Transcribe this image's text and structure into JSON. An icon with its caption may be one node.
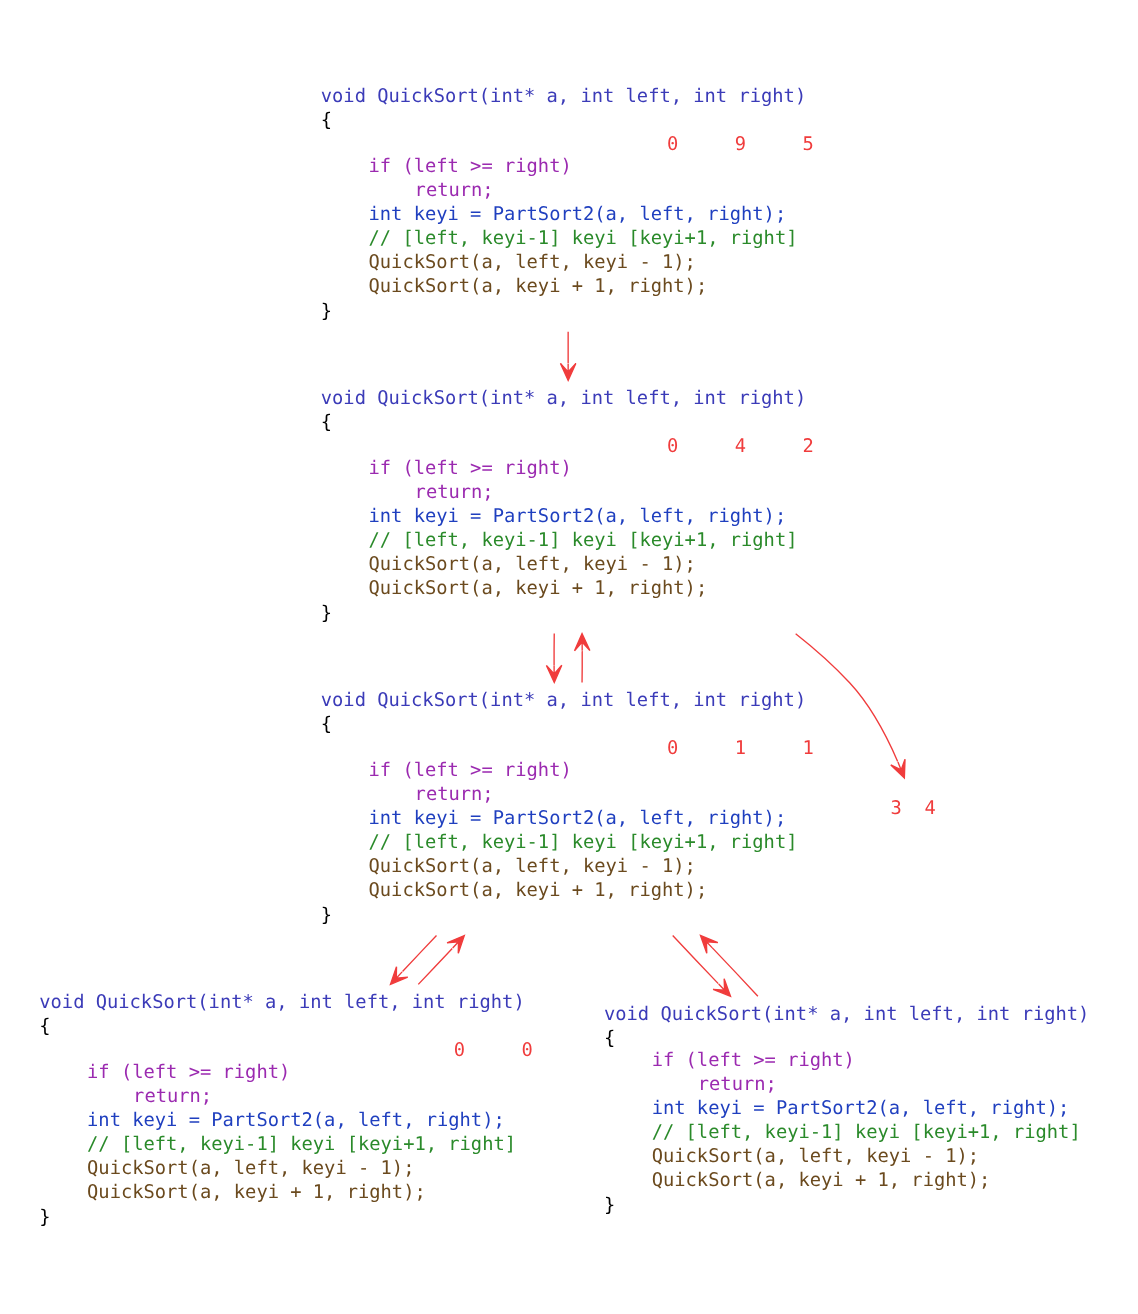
{
  "diagram": {
    "nodes": [
      {
        "text": [
          "void QuickSort(int* a, int left, int right)",
          "{",
          "if (left >= right)",
          "return;",
          "int keyi = PartSort2(a, left, right);",
          "// [left, keyi-1] keyi [keyi+1, right]",
          "QuickSort(a, left, keyi - 1);",
          "QuickSort(a, keyi + 1, right);",
          "}"
        ],
        "beside": [
          "0",
          "9",
          "5"
        ]
      },
      {
        "text": [
          "void QuickSort(int* a, int left, int right)",
          "{",
          "if (left >= right)",
          "return;",
          "int keyi = PartSort2(a, left, right);",
          "// [left, keyi-1] keyi [keyi+1, right]",
          "QuickSort(a, left, keyi - 1);",
          "QuickSort(a, keyi + 1, right);",
          "}"
        ],
        "beside": [
          "0",
          "4",
          "2"
        ]
      },
      {
        "text": [
          "void QuickSort(int* a, int left, int right)",
          "{",
          "if (left >= right)",
          "return;",
          "int keyi = PartSort2(a, left, right);",
          "// [left, keyi-1] keyi [keyi+1, right]",
          "QuickSort(a, left, keyi - 1);",
          "QuickSort(a, keyi + 1, right);",
          "}"
        ],
        "beside": [
          "0",
          "1",
          "1"
        ]
      },
      {
        "text": [
          "3",
          "4"
        ]
      },
      {
        "text": [
          "void QuickSort(int* a, int left, int right)",
          "{",
          "if (left >= right)",
          "return;",
          "int keyi = PartSort2(a, left, right);",
          "// [left, keyi-1] keyi [keyi+1, right]",
          "QuickSort(a, left, keyi - 1);",
          "QuickSort(a, keyi + 1, right);",
          "}"
        ],
        "beside": [
          "0",
          "0"
        ]
      },
      {
        "text": [
          "void QuickSort(int* a, int left, int right)",
          "{",
          "if (left >= right)",
          "return;",
          "int keyi = PartSort2(a, left, right);",
          "// [left, keyi-1] keyi [keyi+1, right]",
          "QuickSort(a, left, keyi - 1);",
          "QuickSort(a, keyi + 1, right);",
          "}"
        ]
      }
    ],
    "edges": [
      {
        "from": 0,
        "to": 1,
        "arrow": "to"
      },
      {
        "from": 1,
        "to": 2,
        "arrow": "to"
      },
      {
        "from": 2,
        "to": 1,
        "arrow": "to"
      },
      {
        "from": 1,
        "to": 3,
        "arrow": "to"
      },
      {
        "from": 2,
        "to": 4,
        "arrow": "to"
      },
      {
        "from": 4,
        "to": 2,
        "arrow": "to"
      },
      {
        "from": 2,
        "to": 5,
        "arrow": "to"
      },
      {
        "from": 5,
        "to": 2,
        "arrow": "to"
      }
    ]
  }
}
